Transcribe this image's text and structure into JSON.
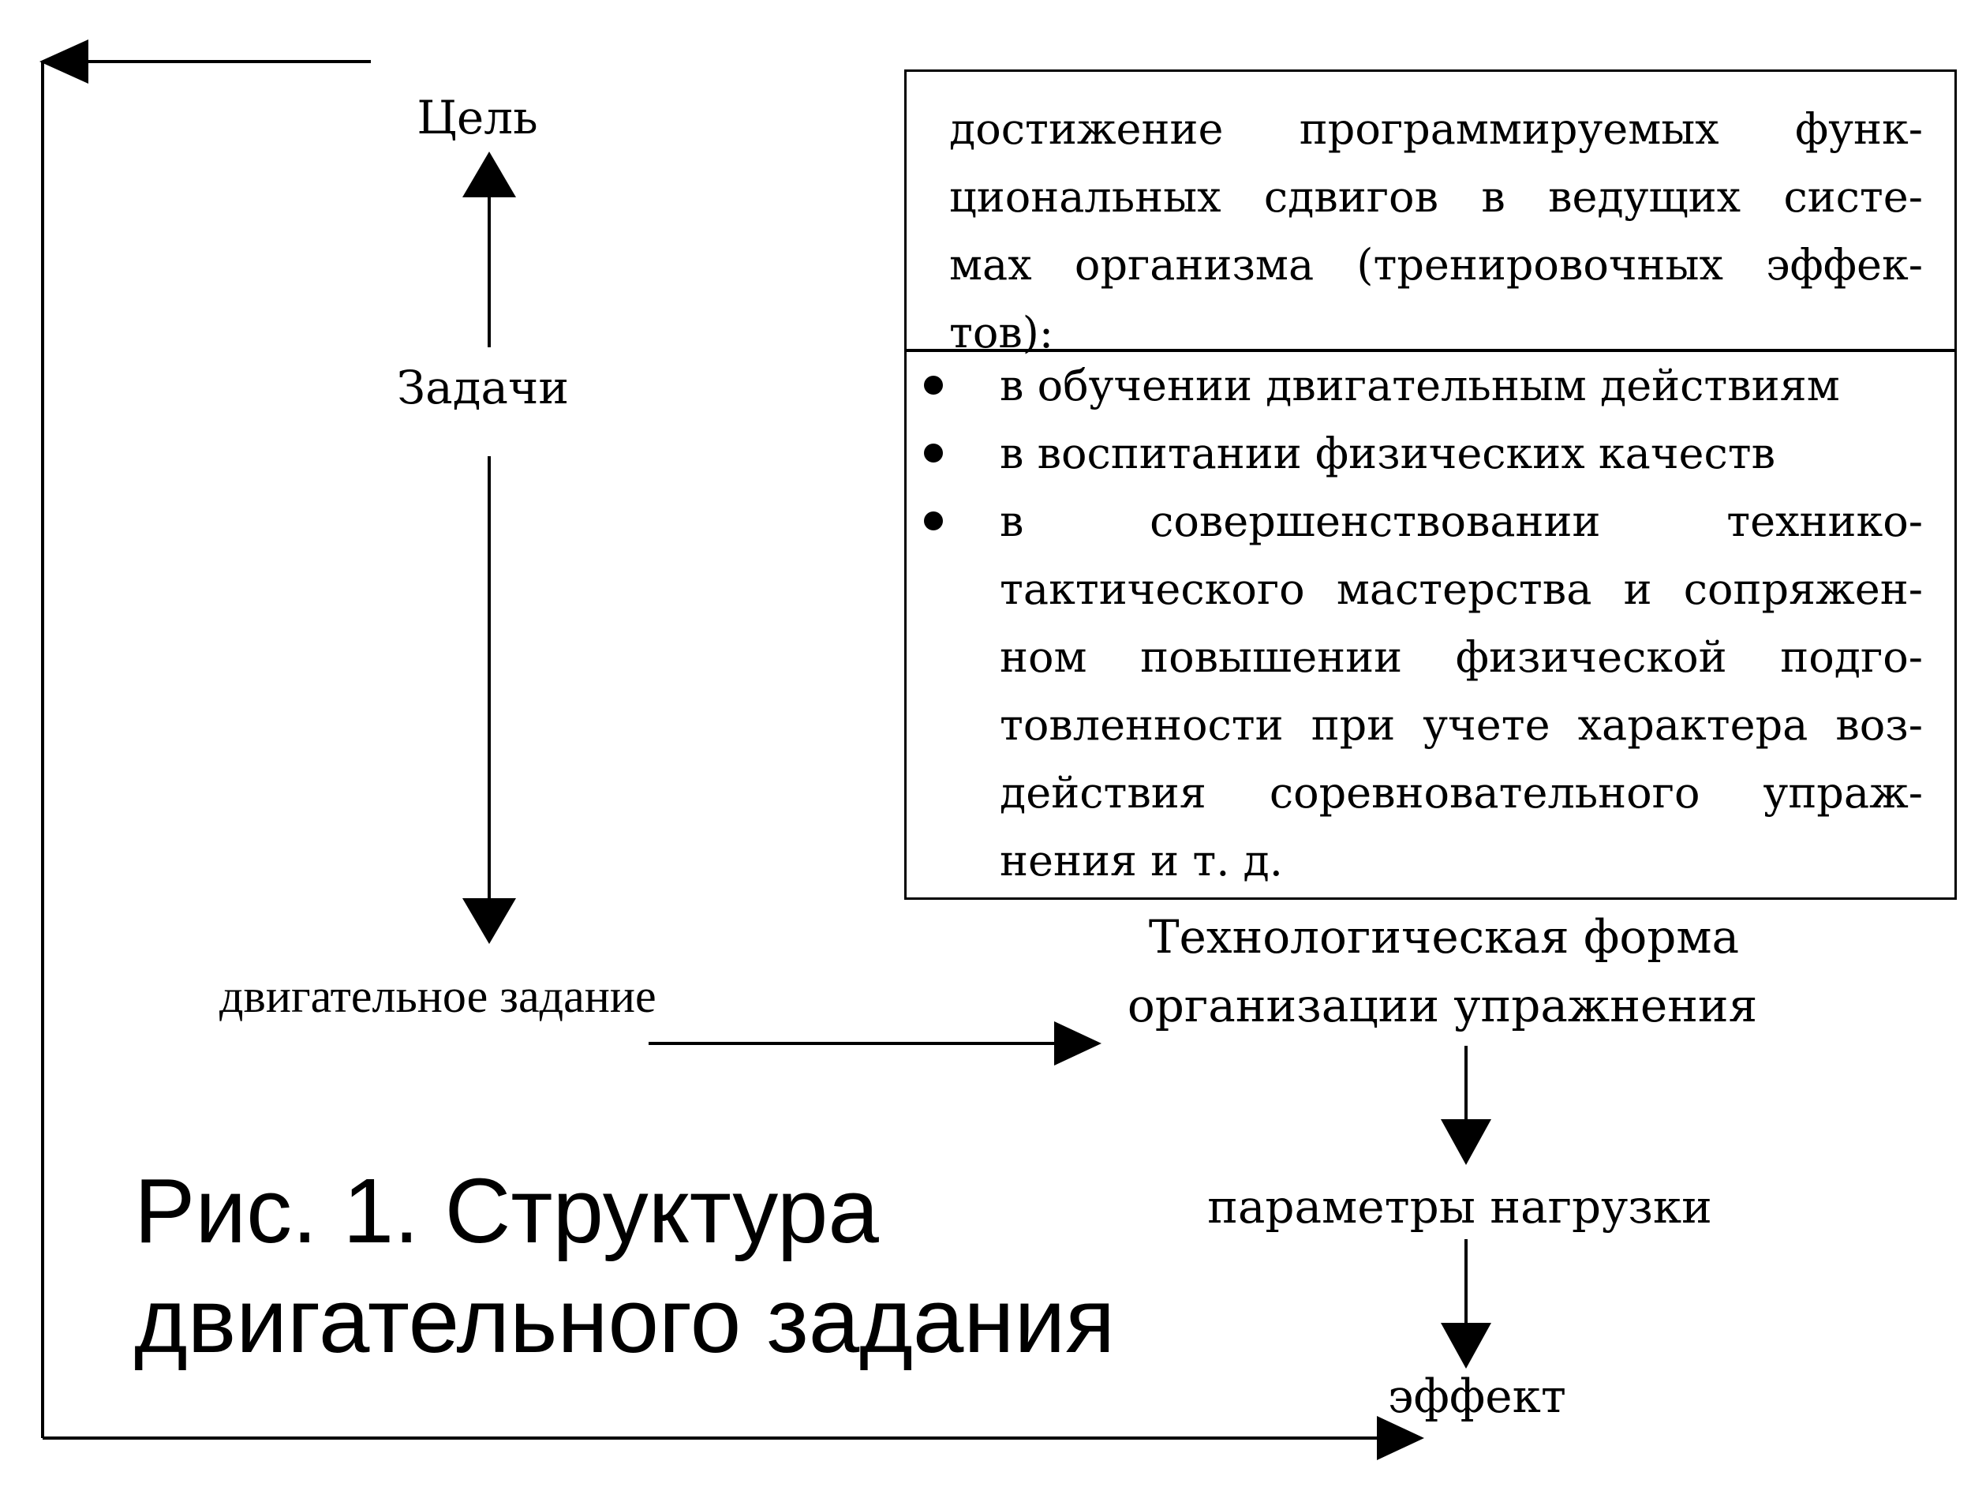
{
  "labels": {
    "goal": "Цель",
    "tasks": "Задачи",
    "motor_task": "двигательное задание",
    "tech_form_line1": "Технологическая форма",
    "tech_form_line2": "организации упражнения",
    "load_params": "параметры нагрузки",
    "effect": "эффект"
  },
  "caption": {
    "line1": "Рис. 1. Структура",
    "line2": "двигательного задания"
  },
  "goal_box": {
    "header_lines": [
      "достижение программируемых функ-",
      "циональных сдвигов в ведущих систе-",
      "мах организма (тренировочных эффек-",
      "тов):"
    ],
    "items": [
      {
        "lines": [
          "в обучении двигательным действиям"
        ]
      },
      {
        "lines": [
          "в воспитании физических качеств"
        ]
      },
      {
        "lines": [
          "в совершенствовании технико-",
          "тактического мастерства и сопряжен-",
          "ном повышении физической подго-",
          "товленности при учете характера воз-",
          "действия соревновательного упраж-",
          "нения и т. д."
        ]
      }
    ]
  }
}
